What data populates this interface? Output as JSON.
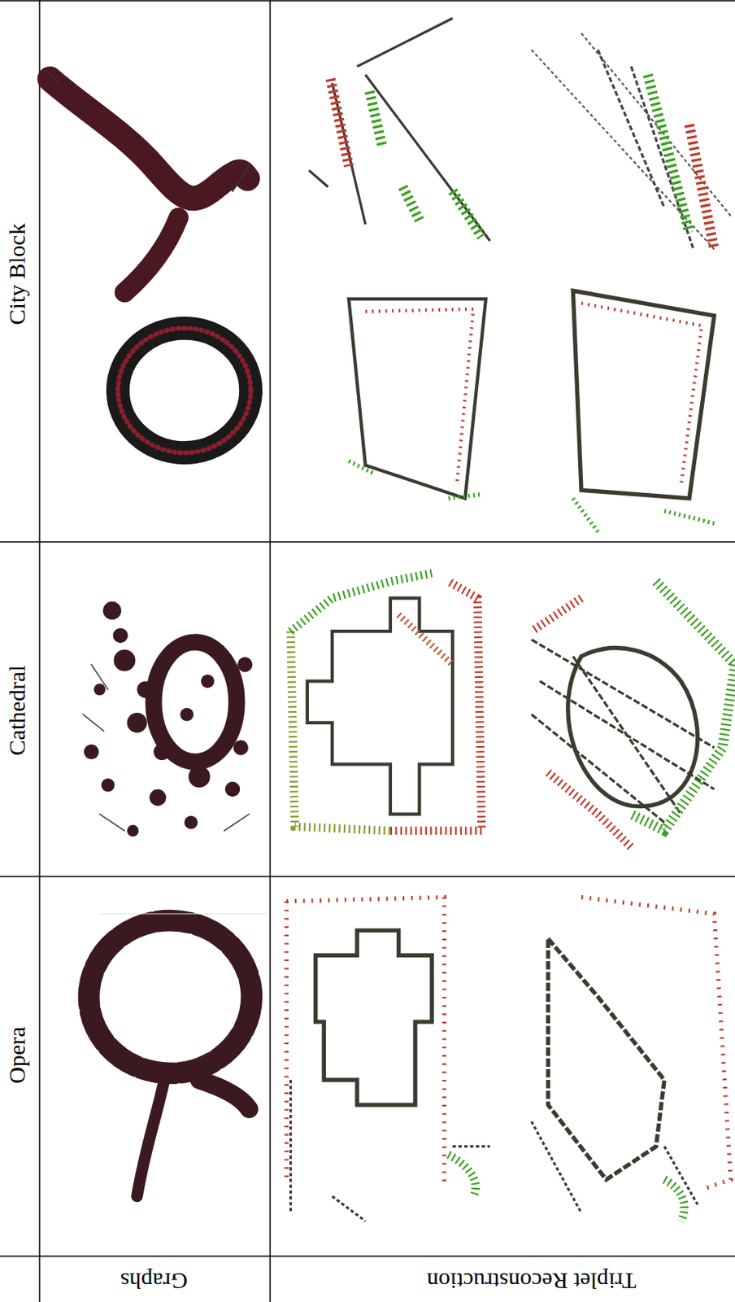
{
  "diagram": {
    "labels": [
      "City Block",
      "Cathedral",
      "Opera",
      "Graphs",
      "Triplet Reconstruction"
    ]
  }
}
